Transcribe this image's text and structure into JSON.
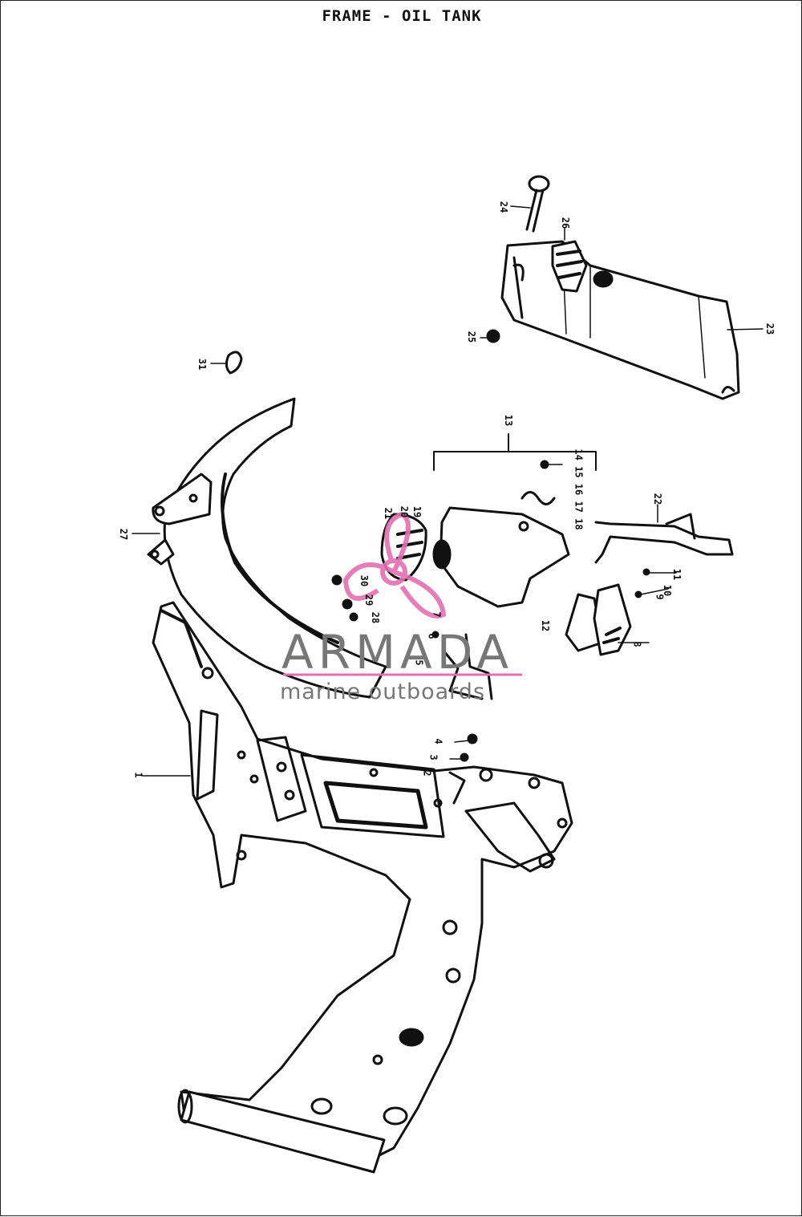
{
  "title": "FRAME - OIL TANK",
  "watermark": {
    "brand": "ARMADA",
    "tagline": "marine outboards",
    "logo_color": "#e46fb2",
    "text_color": "#777777"
  },
  "callouts": [
    {
      "id": "c1",
      "text": "1"
    },
    {
      "id": "c2",
      "text": "2"
    },
    {
      "id": "c3",
      "text": "3"
    },
    {
      "id": "c4",
      "text": "4"
    },
    {
      "id": "c5",
      "text": "5"
    },
    {
      "id": "c6",
      "text": "6"
    },
    {
      "id": "c7",
      "text": "7"
    },
    {
      "id": "c8",
      "text": "8"
    },
    {
      "id": "c9",
      "text": "9"
    },
    {
      "id": "c10",
      "text": "10"
    },
    {
      "id": "c11",
      "text": "11"
    },
    {
      "id": "c12",
      "text": "12"
    },
    {
      "id": "c13",
      "text": "13"
    },
    {
      "id": "c14",
      "text": "14 15 16 17 18"
    },
    {
      "id": "c19",
      "text": "19"
    },
    {
      "id": "c20",
      "text": "20"
    },
    {
      "id": "c21",
      "text": "21"
    },
    {
      "id": "c22",
      "text": "22"
    },
    {
      "id": "c23",
      "text": "23"
    },
    {
      "id": "c24",
      "text": "24"
    },
    {
      "id": "c25",
      "text": "25"
    },
    {
      "id": "c26",
      "text": "26"
    },
    {
      "id": "c27",
      "text": "27"
    },
    {
      "id": "c28",
      "text": "28"
    },
    {
      "id": "c29",
      "text": "29"
    },
    {
      "id": "c30",
      "text": "30"
    },
    {
      "id": "c31",
      "text": "31"
    }
  ]
}
